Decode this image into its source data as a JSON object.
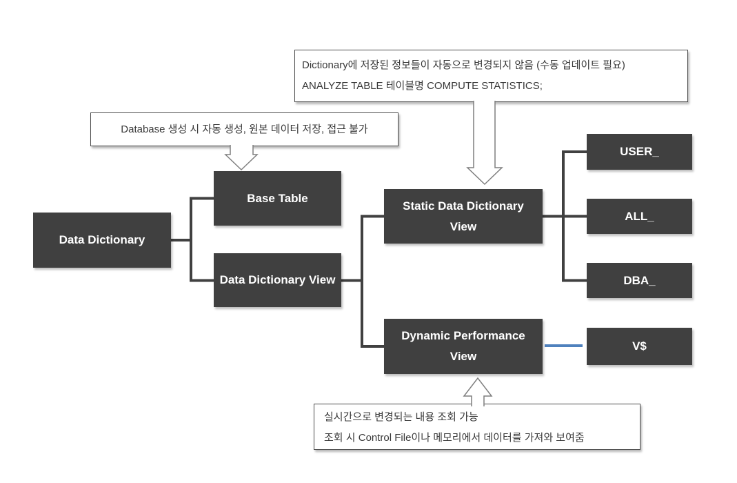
{
  "diagram": {
    "colors": {
      "node_background": "#404040",
      "node_text": "#ffffff",
      "connector": "#404040",
      "blue_connector": "#4f81bd",
      "annotation_border": "#4a4a4a",
      "annotation_text": "#383838",
      "arrow_outline": "#7f7f7f"
    },
    "nodes": {
      "data_dictionary": {
        "label": "Data Dictionary"
      },
      "base_table": {
        "label": "Base Table"
      },
      "data_dictionary_view": {
        "label": "Data Dictionary View"
      },
      "static_data_dictionary_view": {
        "label": "Static Data Dictionary View"
      },
      "dynamic_performance_view": {
        "label": "Dynamic Performance View"
      },
      "user_prefix": {
        "label": "USER_"
      },
      "all_prefix": {
        "label": "ALL_"
      },
      "dba_prefix": {
        "label": "DBA_"
      },
      "v_dollar_prefix": {
        "label": "V$"
      }
    },
    "annotations": {
      "base_table_note": {
        "line1": "Database 생성 시 자동 생성, 원본 데이터 저장, 접근 불가"
      },
      "static_view_note": {
        "line1": "Dictionary에 저장된 정보들이 자동으로 변경되지 않음 (수동 업데이트 필요)",
        "line2": "ANALYZE TABLE 테이블명 COMPUTE STATISTICS;"
      },
      "dynamic_view_note": {
        "line1": "실시간으로 변경되는 내용 조회 가능",
        "line2": "조회 시 Control File이나 메모리에서 데이터를 가져와 보여줌"
      }
    }
  }
}
